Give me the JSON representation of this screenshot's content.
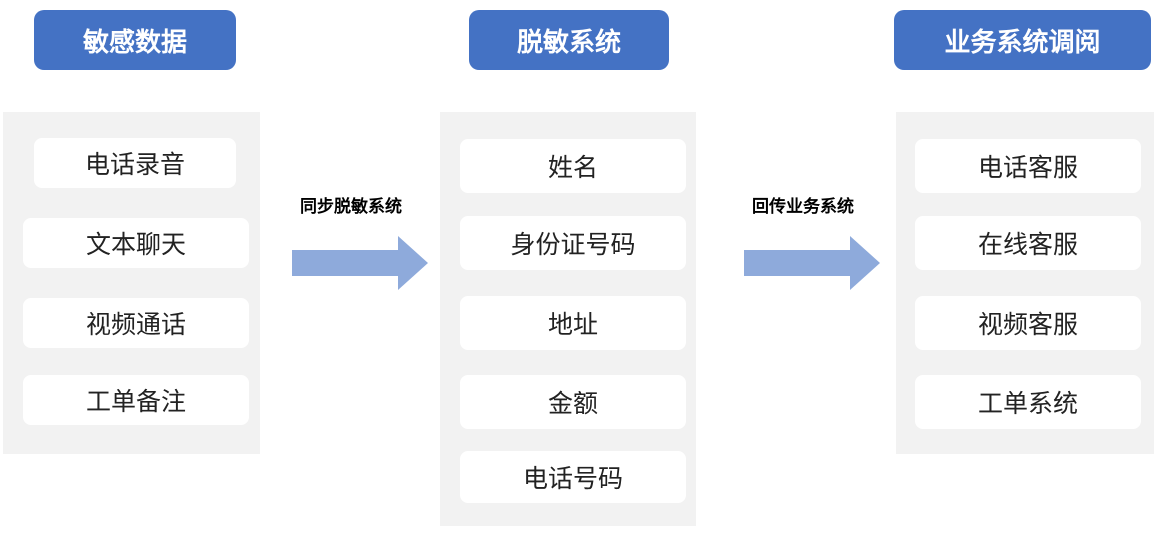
{
  "colors": {
    "header": "#4472c4",
    "panel": "#f2f2f2",
    "arrow": "#8eaadb"
  },
  "columns": [
    {
      "title": "敏感数据",
      "items": [
        "电话录音",
        "文本聊天",
        "视频通话",
        "工单备注"
      ]
    },
    {
      "title": "脱敏系统",
      "items": [
        "姓名",
        "身份证号码",
        "地址",
        "金额",
        "电话号码"
      ]
    },
    {
      "title": "业务系统调阅",
      "items": [
        "电话客服",
        "在线客服",
        "视频客服",
        "工单系统"
      ]
    }
  ],
  "flows": [
    {
      "label": "同步脱敏系统"
    },
    {
      "label": "回传业务系统"
    }
  ]
}
